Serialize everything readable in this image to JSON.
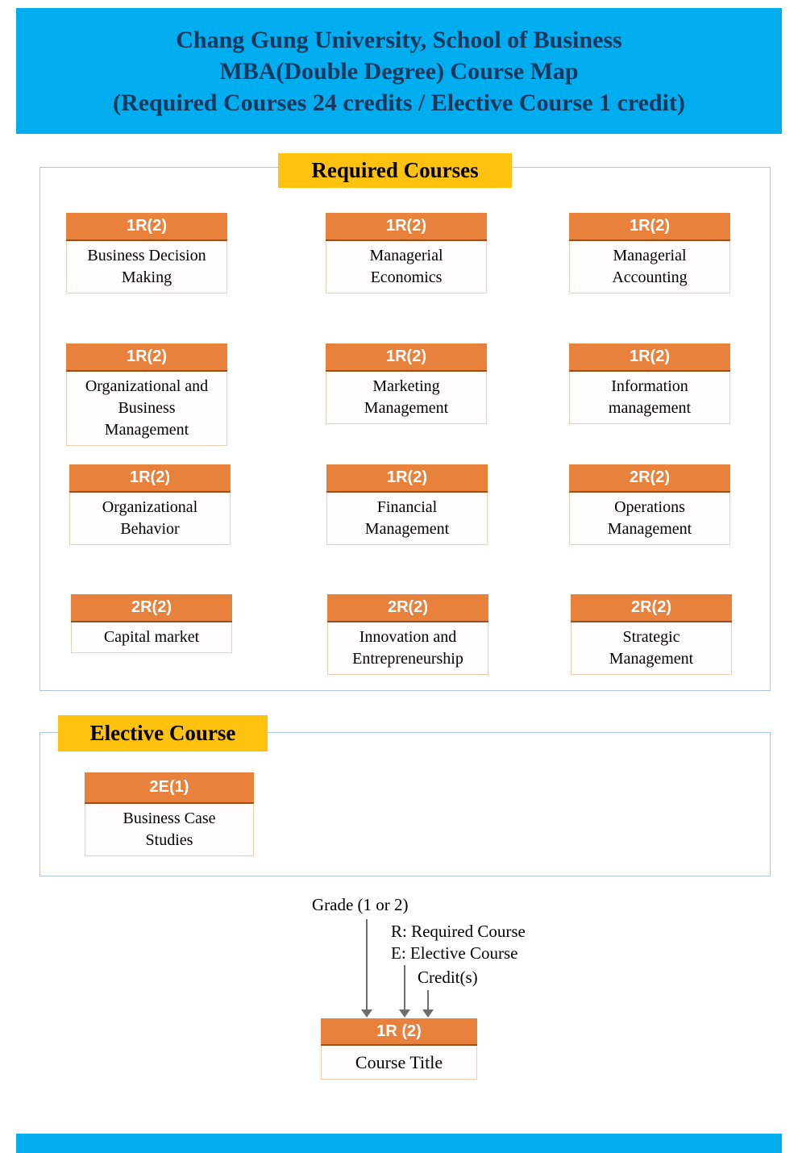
{
  "title": {
    "line1": "Chang Gung University, School of Business",
    "line2": "MBA(Double Degree) Course Map",
    "line3": "(Required Courses 24 credits / Elective Course 1 credit)"
  },
  "sections": {
    "required": {
      "label": "Required Courses",
      "courses": [
        {
          "code": "1R(2)",
          "name": "Business Decision\nMaking"
        },
        {
          "code": "1R(2)",
          "name": "Managerial\nEconomics"
        },
        {
          "code": "1R(2)",
          "name": "Managerial\nAccounting"
        },
        {
          "code": "1R(2)",
          "name": "Organizational and\nBusiness\nManagement"
        },
        {
          "code": "1R(2)",
          "name": "Marketing\nManagement"
        },
        {
          "code": "1R(2)",
          "name": "Information\nmanagement"
        },
        {
          "code": "1R(2)",
          "name": "Organizational\nBehavior"
        },
        {
          "code": "1R(2)",
          "name": "Financial\nManagement"
        },
        {
          "code": "2R(2)",
          "name": "Operations\nManagement"
        },
        {
          "code": "2R(2)",
          "name": "Capital market"
        },
        {
          "code": "2R(2)",
          "name": "Innovation and\nEntrepreneurship"
        },
        {
          "code": "2R(2)",
          "name": "Strategic\nManagement"
        }
      ]
    },
    "elective": {
      "label": "Elective Course",
      "courses": [
        {
          "code": "2E(1)",
          "name": "Business Case\nStudies"
        }
      ]
    }
  },
  "legend": {
    "grade_label": "Grade (1 or 2)",
    "required_label": "R: Required Course",
    "elective_label": "E: Elective Course",
    "credits_label": "Credit(s)",
    "sample": {
      "code": "1R (2)",
      "name": "Course Title"
    }
  },
  "colors": {
    "banner": "#00AEEF",
    "banner_text": "#17375E",
    "section_label_bg": "#FFC20E",
    "card_header": "#E8813C",
    "card_header_text": "#FFFFFF",
    "card_border": "#F0CDB5",
    "container_border": "#A9C6E3",
    "arrow": "#6E6E6E"
  }
}
